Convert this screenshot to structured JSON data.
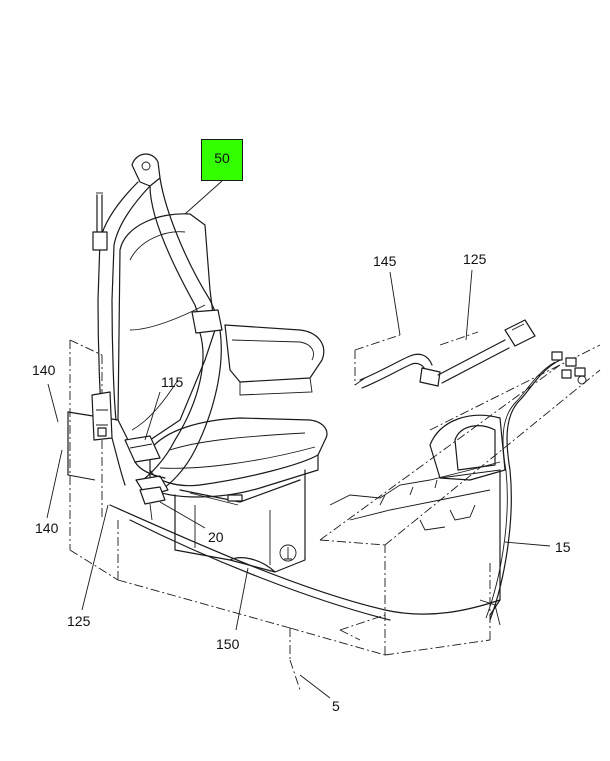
{
  "diagram": {
    "highlight_color": "#33ff00",
    "callouts": {
      "c50": "50",
      "c145": "145",
      "c125_top": "125",
      "c140_top": "140",
      "c115": "115",
      "c140_bottom": "140",
      "c20": "20",
      "c15": "15",
      "c125_bottom": "125",
      "c150": "150",
      "c5": "5"
    }
  }
}
